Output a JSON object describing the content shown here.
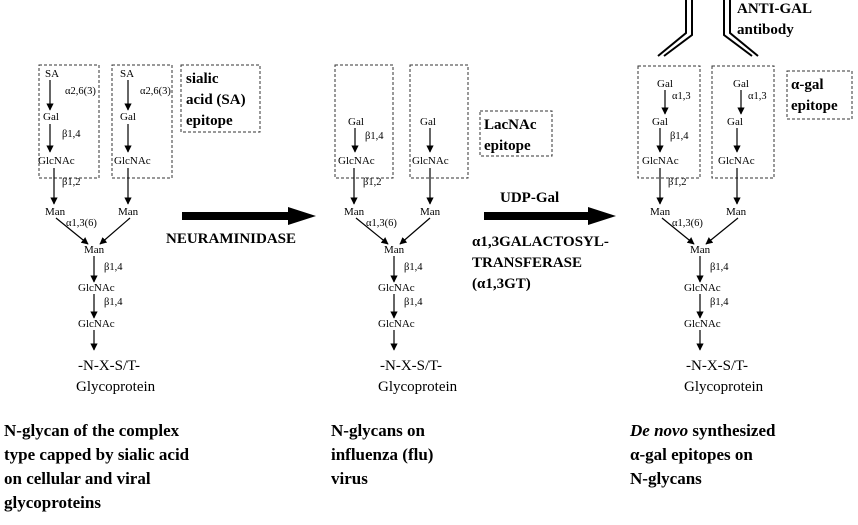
{
  "sugars": {
    "sa": "SA",
    "gal": "Gal",
    "glcnac": "GlcNAc",
    "man": "Man"
  },
  "links": {
    "a26": "α2,6(3)",
    "b14": "β1,4",
    "b12": "β1,2",
    "a136": "α1,3(6)",
    "a13": "α1,3"
  },
  "labels": {
    "sialic_line1": "sialic",
    "sialic_line2": "acid (SA)",
    "sialic_line3": "epitope",
    "lacnac_line1": "LacNAc",
    "lacnac_line2": "epitope",
    "agal_line1": "α-gal",
    "agal_line2": "epitope",
    "antibody_line1": "ANTI-GAL",
    "antibody_line2": "antibody",
    "neuraminidase": "NEURAMINIDASE",
    "udp_gal": "UDP-Gal",
    "enzyme_line1": "α1,3GALACTOSYL-",
    "enzyme_line2": "TRANSFERASE",
    "enzyme_line3": "(α1,3GT)",
    "sequon": "-N-X-S/T-",
    "glycoprotein": "Glycoprotein"
  },
  "captions": {
    "left": [
      "N-glycan of the complex",
      "type capped by sialic acid",
      "on cellular and viral",
      "glycoproteins"
    ],
    "middle": [
      "N-glycans on",
      "influenza  (flu)",
      "virus"
    ],
    "right_em": "De novo",
    "right_rest": " synthesized",
    "right": [
      "α-gal epitopes on",
      "N-glycans"
    ]
  }
}
